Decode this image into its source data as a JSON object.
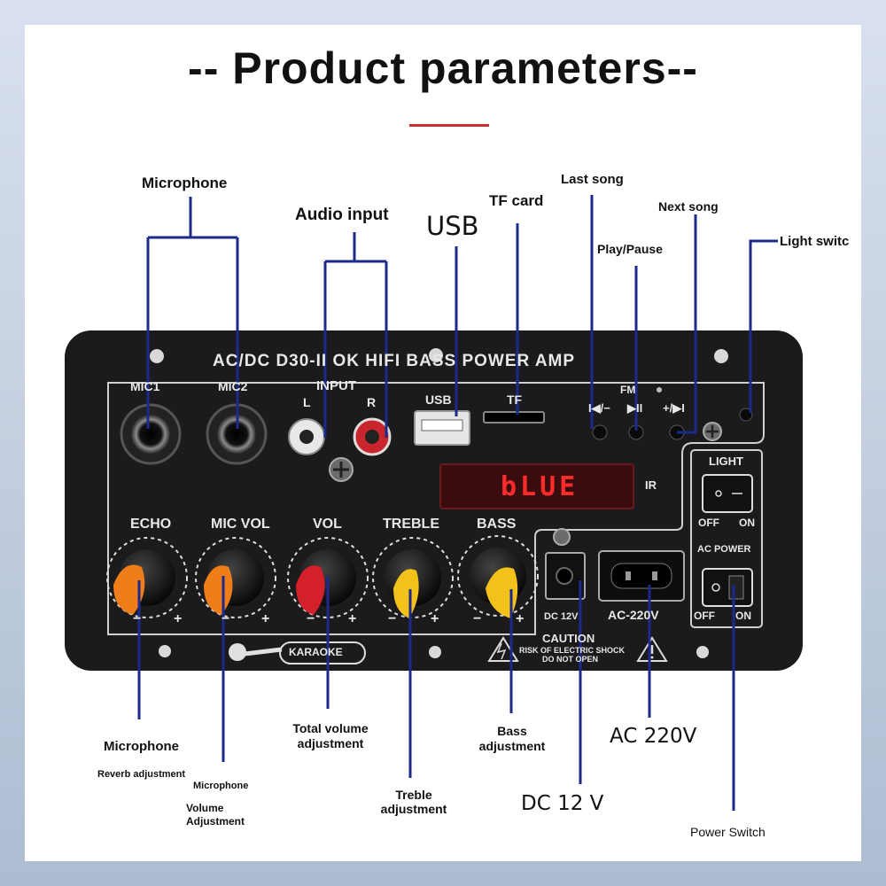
{
  "title": "-- Product parameters--",
  "callouts": {
    "microphone_top": "Microphone",
    "audio_input": "Audio input",
    "usb": "USB",
    "tf_card": "TF card",
    "last_song": "Last song",
    "play_pause": "Play/Pause",
    "next_song": "Next song",
    "light_switch": "Light switc",
    "mic_reverb_title": "Microphone",
    "mic_reverb_sub": "Reverb adjustment",
    "mic_volume_title": "Microphone",
    "mic_volume_sub1": "Volume",
    "mic_volume_sub2": "Adjustment",
    "total_volume_1": "Total volume",
    "total_volume_2": "adjustment",
    "treble_1": "Treble",
    "treble_2": "adjustment",
    "bass_1": "Bass",
    "bass_2": "adjustment",
    "dc": "DC 12 V",
    "ac": "AC 220V",
    "power_switch": "Power Switch"
  },
  "panel": {
    "model": "AC/DC  D30-II OK HIFI   BASS POWER AMP",
    "mic1": "MIC1",
    "mic2": "MIC2",
    "input": "INPUT",
    "left": "L",
    "right": "R",
    "usb": "USB",
    "tf": "TF",
    "fm": "FM",
    "btn_prev": "I◀/−",
    "btn_play": "▶II",
    "btn_next": "+/▶I",
    "display": "bLUE",
    "ir": "IR",
    "light": "LIGHT",
    "light_off": "OFF",
    "light_on": "ON",
    "ac_power": "AC POWER",
    "power_off": "OFF",
    "power_on": "ON",
    "knobs": [
      {
        "label": "ECHO",
        "color": "#ef7d1a"
      },
      {
        "label": "MIC VOL",
        "color": "#ef7d1a"
      },
      {
        "label": "VOL",
        "color": "#d4202a"
      },
      {
        "label": "TREBLE",
        "color": "#f2c21b"
      },
      {
        "label": "BASS",
        "color": "#f2c21b"
      }
    ],
    "minus": "−",
    "plus": "+",
    "dc_label": "DC 12V",
    "ac_label": "AC-220V",
    "karaoke": "KARAOKE",
    "caution": "CAUTION",
    "caution_sub1": "RISK OF ELECTRIC SHOCK",
    "caution_sub2": "DO NOT OPEN"
  },
  "colors": {
    "leader": "#1c2a8c",
    "panel": "#1b1b1d",
    "display": "#ff2b2b"
  }
}
